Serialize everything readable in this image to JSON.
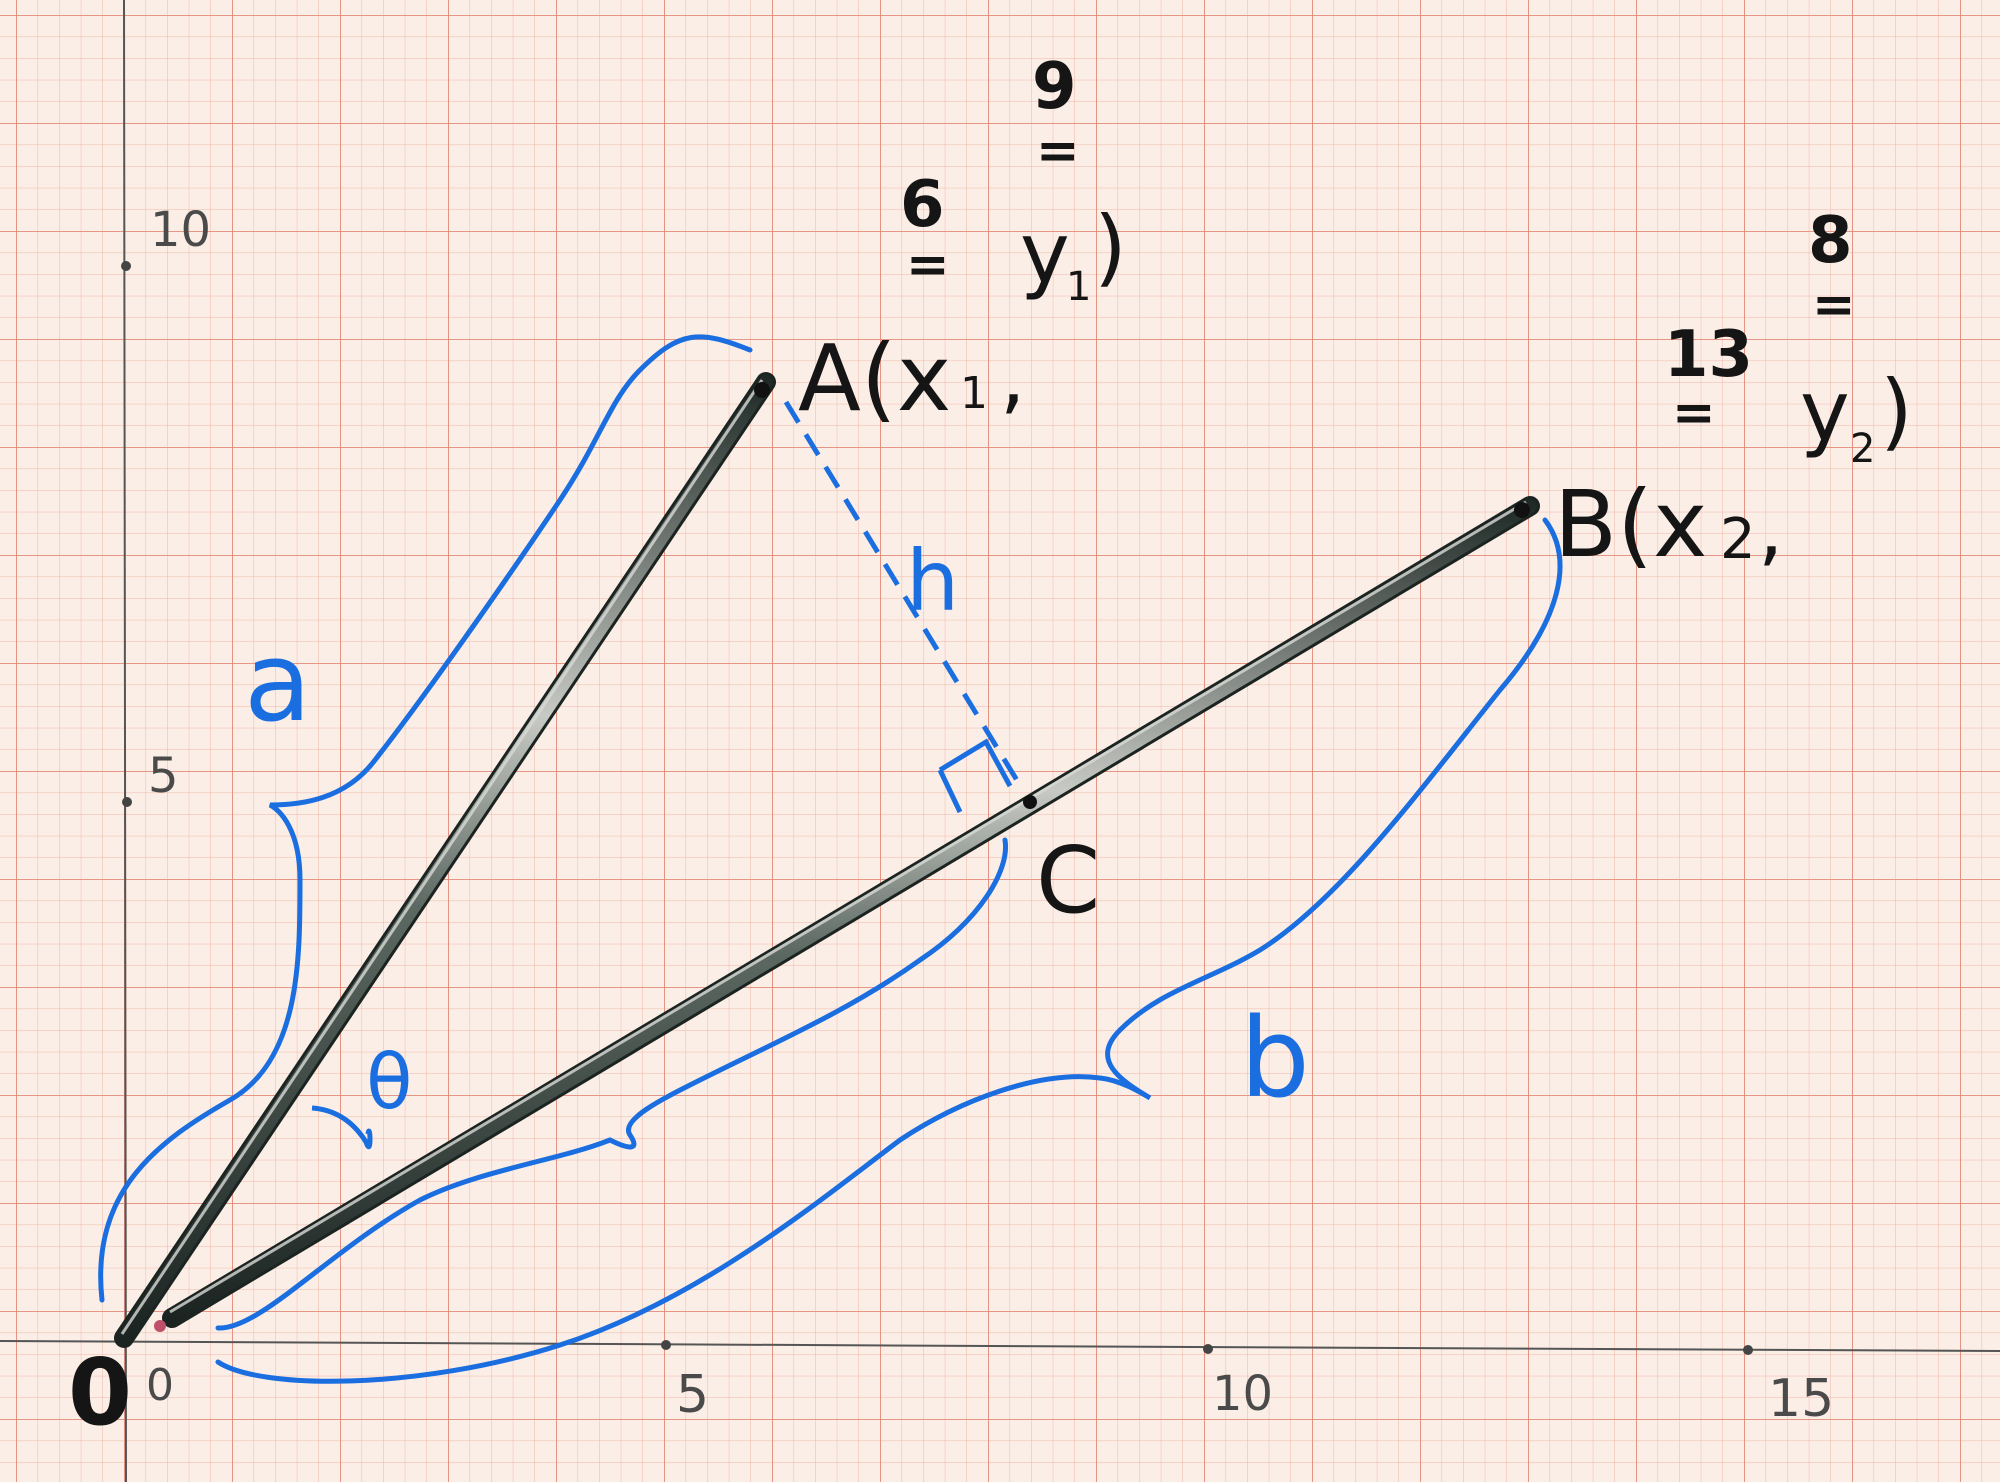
{
  "axes": {
    "origin_label": "0",
    "x_ticks": [
      "0",
      "5",
      "10",
      "15"
    ],
    "y_ticks": [
      "5",
      "10"
    ]
  },
  "point_a": {
    "label": "A(x",
    "sub": "1",
    "comma": ",",
    "x_value": "6",
    "y_label": "y",
    "y_sub": "1",
    "y_close": ")",
    "y_value": "9",
    "x": 6,
    "y": 9
  },
  "point_b": {
    "label": "B(x",
    "sub": "2",
    "comma": ",",
    "x_value": "13",
    "y_label": "y",
    "y_sub": "2",
    "y_close": ")",
    "y_value": "8",
    "x": 13,
    "y": 8
  },
  "point_c": {
    "label": "C"
  },
  "labels": {
    "a": "a",
    "b": "b",
    "h": "h",
    "theta": "θ"
  },
  "colors": {
    "paper": "#fbeee6",
    "grid_minor": "#f1b6a6",
    "grid_major": "#e38a78",
    "pen_blue": "#1a6ee0",
    "rod": "#3e4a45",
    "ink": "#151515"
  }
}
